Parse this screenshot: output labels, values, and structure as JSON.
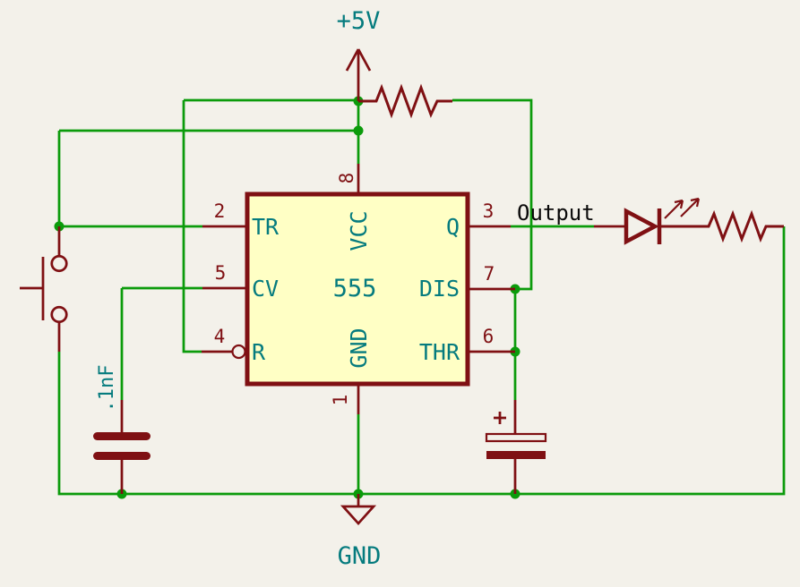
{
  "colors": {
    "bg": "#F3F1EA",
    "symbol": "#7F1013",
    "wire": "#0B9B0B",
    "pin": "#057B7E",
    "ink": "#0A0A0A",
    "icfill": "#FFFFC5"
  },
  "power_labels": {
    "vcc": "+5V",
    "gnd": "GND"
  },
  "net_labels": {
    "output": "Output"
  },
  "ic": {
    "name": "555",
    "pins": [
      {
        "number": "2",
        "name": "TR"
      },
      {
        "number": "5",
        "name": "CV"
      },
      {
        "number": "4",
        "name": "R"
      },
      {
        "number": "8",
        "name": "VCC"
      },
      {
        "number": "1",
        "name": "GND"
      },
      {
        "number": "3",
        "name": "Q"
      },
      {
        "number": "7",
        "name": "DIS"
      },
      {
        "number": "6",
        "name": "THR"
      }
    ]
  },
  "capacitors": {
    "c1_value": ".1nF",
    "c2_polarity": "+"
  }
}
